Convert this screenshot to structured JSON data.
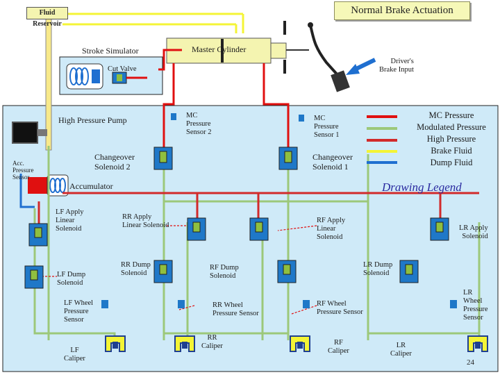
{
  "title": "Normal Brake Actuation",
  "fluid_reservoir": "Fluid Reservoir",
  "master_cylinder": "Master   Cylinder",
  "stroke_simulator": "Stroke Simulator",
  "cut_valve": "Cut Valve",
  "drivers_brake_input": "Driver's\nBrake Input",
  "high_pressure_pump": "High Pressure Pump",
  "mc_pressure_sensor_2": "MC\nPressure\nSensor 2",
  "mc_pressure_sensor_1": "MC\nPressure\nSensor 1",
  "changeover_solenoid_2": "Changeover\nSolenoid 2",
  "changeover_solenoid_1": "Changeover\nSolenoid 1",
  "acc_pressure_sensor": "Acc.\nPressure\nSensor",
  "accumulator": "Accumulator",
  "lf_apply": "LF Apply\nLinear\nSolenoid",
  "rr_apply": "RR Apply\nLinear Solenoid",
  "rf_apply": "RF Apply\nLinear\nSolenoid",
  "lr_apply": "LR Apply\nSolenoid",
  "lf_dump": "LF Dump\nSolenoid",
  "rr_dump": "RR Dump\nSolenoid",
  "rf_dump": "RF Dump\nSolenoid",
  "lr_dump": "LR Dump\nSolenoid",
  "lf_wheel_sensor": "LF Wheel\nPressure\nSensor",
  "rr_wheel_sensor": "RR Wheel\nPressure Sensor",
  "rf_wheel_sensor": "RF Wheel\nPressure Sensor",
  "lr_wheel_sensor": "LR\nWheel\nPressure\nSensor",
  "lf_caliper": "LF\nCaliper",
  "rr_caliper": "RR\nCaliper",
  "rf_caliper": "RF\nCaliper",
  "lr_caliper": "LR\nCaliper",
  "legend_items": "MC Pressure\nModulated Pressure\nHigh Pressure\nBrake Fluid\nDump Fluid",
  "legend_title": "Drawing Legend",
  "page_number": "24",
  "colors": {
    "mc_pressure": "#e01010",
    "modulated_pressure": "#9cc87a",
    "high_pressure": "#d22a2a",
    "brake_fluid": "#f4f436",
    "dump_fluid": "#1f6fd0",
    "panel": "#cfeaf8",
    "solenoid": "#1f78c8",
    "solenoid_core": "#8fbf3f"
  },
  "icons": {
    "driver_input": "arrow-icon",
    "pedal": "brake-pedal-icon",
    "caliper": "caliper-icon",
    "solenoid": "solenoid-icon"
  }
}
